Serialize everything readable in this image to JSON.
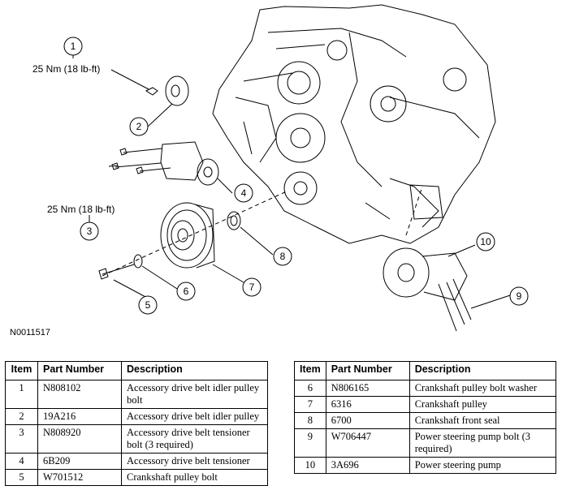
{
  "figure": {
    "figure_id": "N0011517",
    "torque_labels": [
      "25 Nm (18 lb-ft)",
      "25 Nm (18 lb-ft)"
    ],
    "callouts": [
      "1",
      "2",
      "3",
      "4",
      "5",
      "6",
      "7",
      "8",
      "9",
      "10"
    ]
  },
  "table_left": {
    "headers": [
      "Item",
      "Part Number",
      "Description"
    ],
    "rows": [
      {
        "item": "1",
        "part": "N808102",
        "desc": "Accessory drive belt idler pulley bolt"
      },
      {
        "item": "2",
        "part": "19A216",
        "desc": "Accessory drive belt idler pulley"
      },
      {
        "item": "3",
        "part": "N808920",
        "desc": "Accessory drive belt tensioner bolt (3 required)"
      },
      {
        "item": "4",
        "part": "6B209",
        "desc": "Accessory drive belt tensioner"
      },
      {
        "item": "5",
        "part": "W701512",
        "desc": "Crankshaft pulley bolt"
      }
    ]
  },
  "table_right": {
    "headers": [
      "Item",
      "Part Number",
      "Description"
    ],
    "rows": [
      {
        "item": "6",
        "part": "N806165",
        "desc": "Crankshaft pulley bolt washer"
      },
      {
        "item": "7",
        "part": "6316",
        "desc": "Crankshaft pulley"
      },
      {
        "item": "8",
        "part": "6700",
        "desc": "Crankshaft front seal"
      },
      {
        "item": "9",
        "part": "W706447",
        "desc": "Power steering pump bolt (3 required)"
      },
      {
        "item": "10",
        "part": "3A696",
        "desc": "Power steering pump"
      }
    ]
  }
}
